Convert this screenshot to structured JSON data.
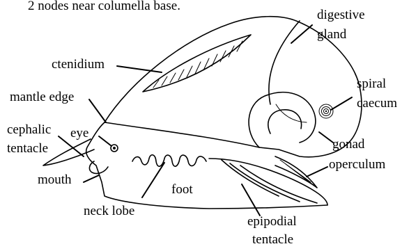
{
  "caption_top": "2 nodes near columella base.",
  "labels": {
    "digestive_gland_1": "digestive",
    "digestive_gland_2": "gland",
    "ctenidium": "ctenidium",
    "spiral_caecum_1": "spiral",
    "spiral_caecum_2": "caecum",
    "mantle_edge": "mantle edge",
    "cephalic_tentacle_1": "cephalic",
    "cephalic_tentacle_2": "tentacle",
    "eye": "eye",
    "gonad": "gonad",
    "operculum": "operculum",
    "mouth": "mouth",
    "foot": "foot",
    "neck_lobe": "neck lobe",
    "epipodial_tentacle_1": "epipodial",
    "epipodial_tentacle_2": "tentacle"
  }
}
